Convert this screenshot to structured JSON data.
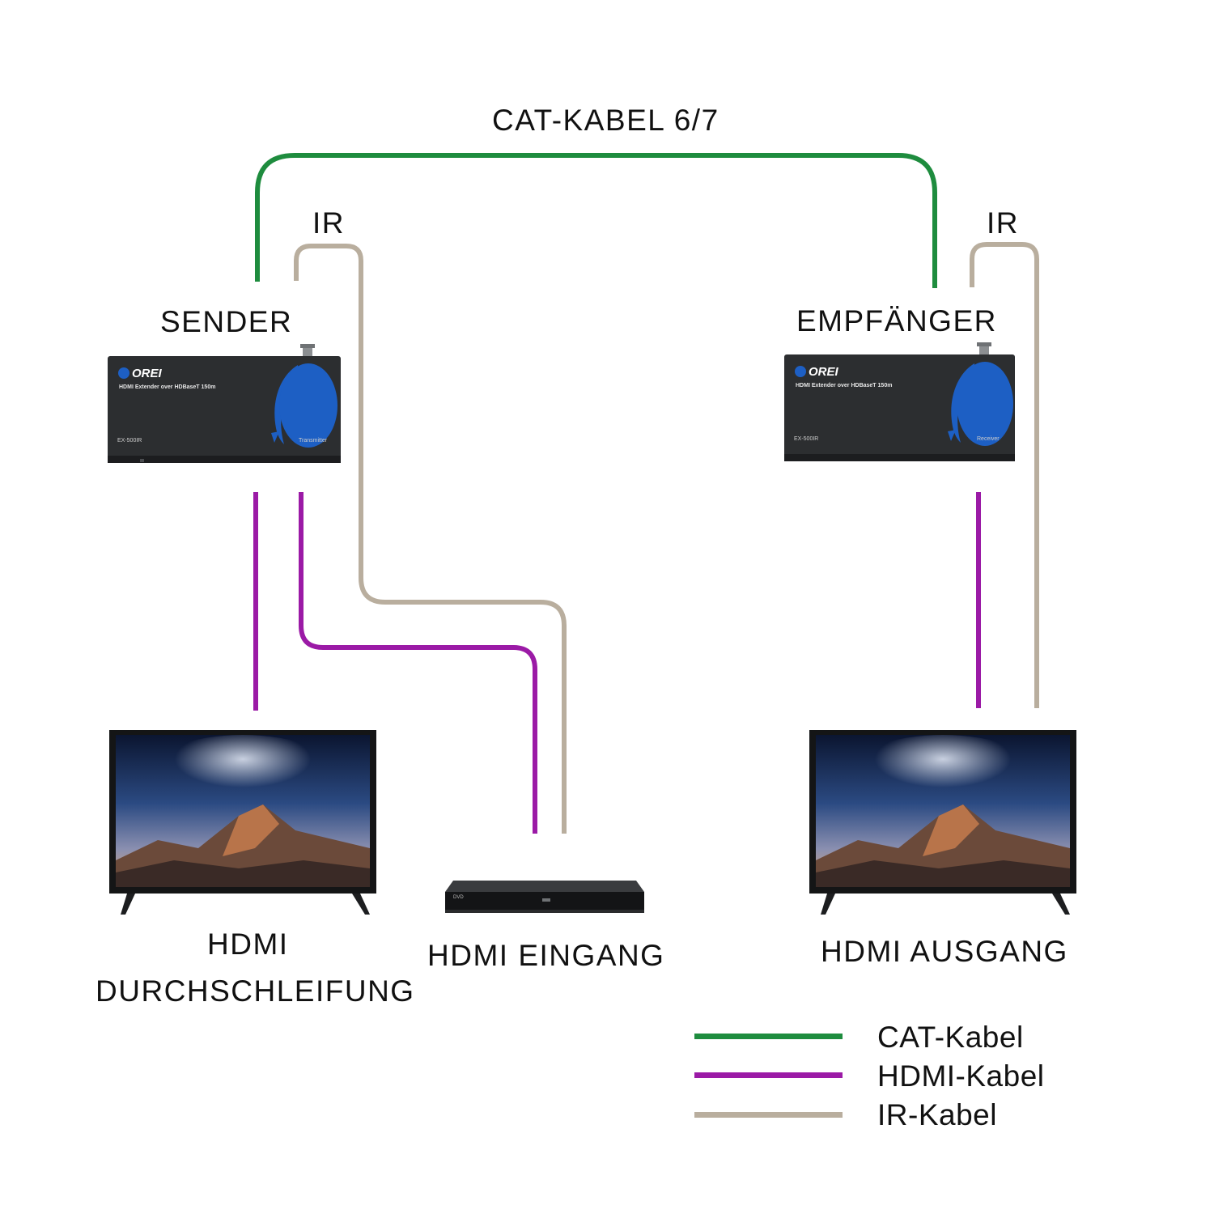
{
  "labels": {
    "cat_cable": "CAT-KABEL 6/7",
    "ir_sender": "IR",
    "ir_receiver": "IR",
    "sender": "SENDER",
    "receiver": "EMPFÄNGER",
    "hdmi_loop_line1": "HDMI",
    "hdmi_loop_line2": "DURCHSCHLEIFUNG",
    "hdmi_input": "HDMI EINGANG",
    "hdmi_output": "HDMI AUSGANG"
  },
  "devices": {
    "sender": {
      "brand": "OREI",
      "subtitle": "HDMI Extender over HDBaseT 150m",
      "model": "EX-500IR",
      "role": "Transmitter"
    },
    "receiver": {
      "brand": "OREI",
      "subtitle": "HDMI Extender over HDBaseT 150m",
      "model": "EX-500IR",
      "role": "Receiver"
    },
    "dvd_badge": "DVD"
  },
  "legend": [
    {
      "label": "CAT-Kabel",
      "color": "#1e8c3e"
    },
    {
      "label": "HDMI-Kabel",
      "color": "#9b1aa6"
    },
    {
      "label": "IR-Kabel",
      "color": "#b9ae9e"
    }
  ],
  "colors": {
    "cat": "#1e8c3e",
    "hdmi": "#9b1aa6",
    "ir": "#b9ae9e",
    "device_body": "#2c2e30",
    "device_accent": "#1d5fc4"
  }
}
